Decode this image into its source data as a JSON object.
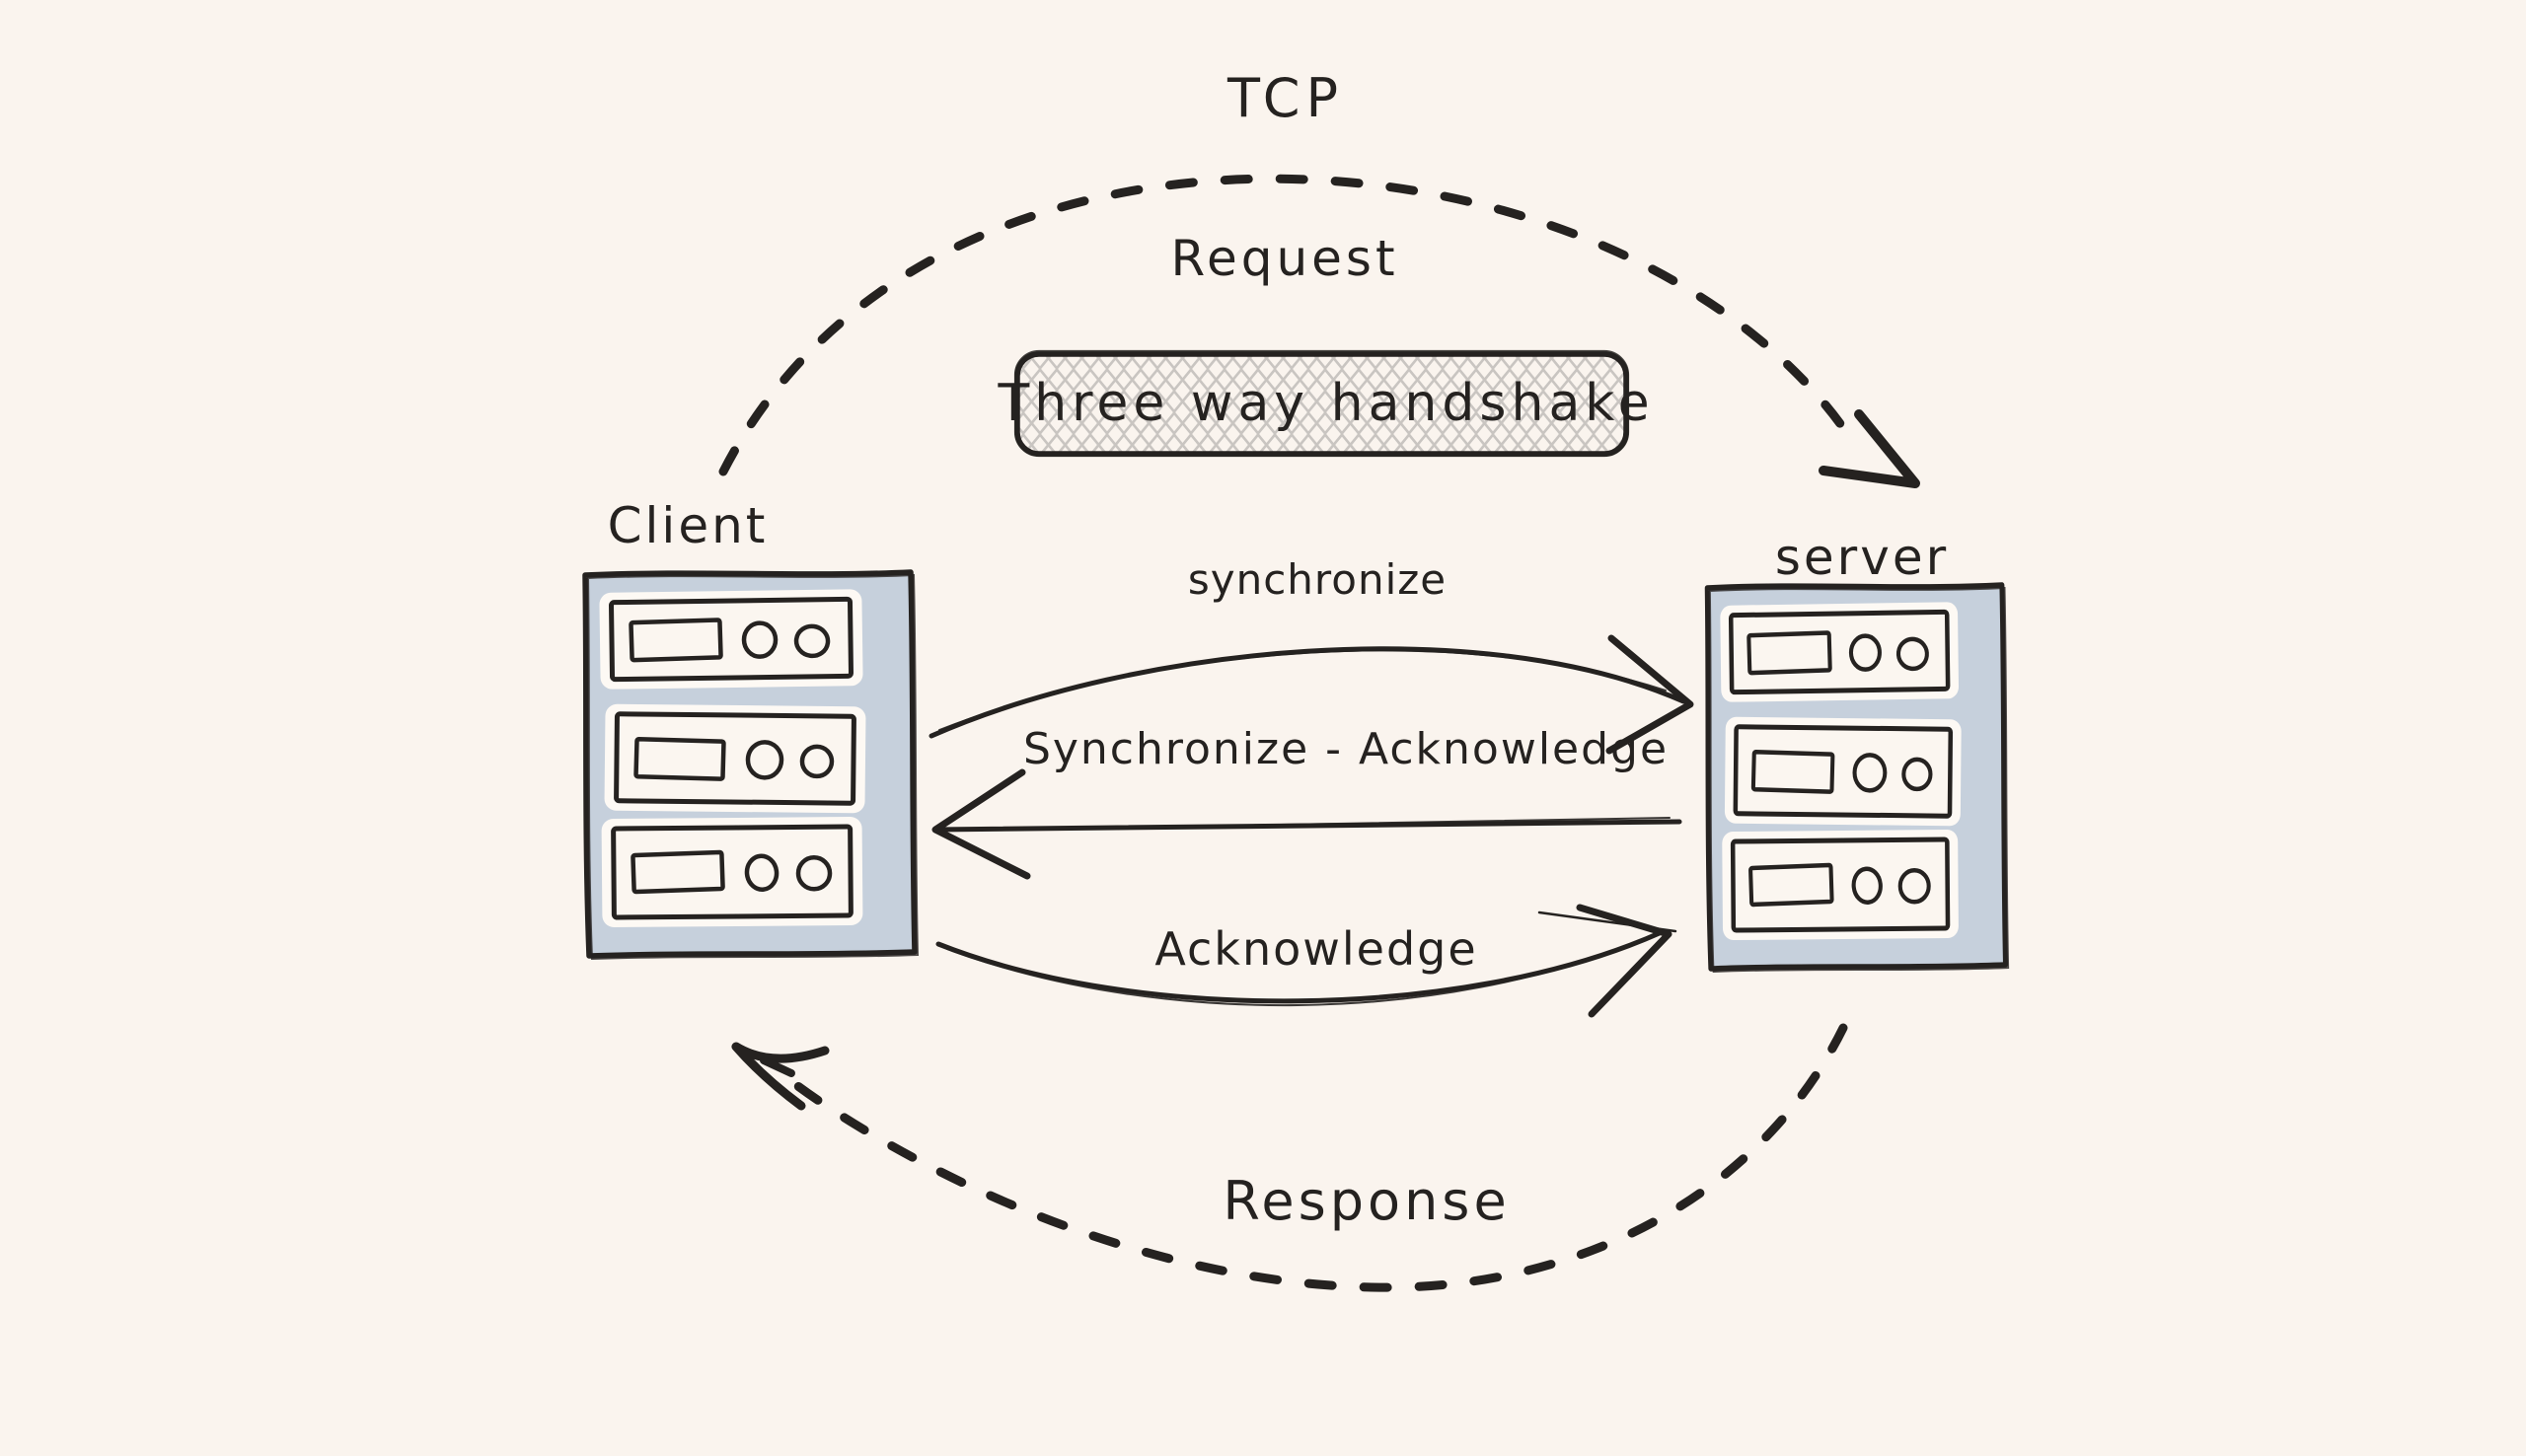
{
  "title": "TCP three way handshake diagram",
  "colors": {
    "background": "#faf4ee",
    "ink": "#252220",
    "rack_fill": "#c6d0dc",
    "slat_fill": "#fbf6f0",
    "hatch": "#c9c5c1"
  },
  "labels": {
    "tcp": "TCP",
    "request": "Request",
    "handshake": "Three way handshake",
    "client": "Client",
    "server": "server",
    "synchronize": "synchronize",
    "syn_ack": "Synchronize - Acknowledge",
    "acknowledge": "Acknowledge",
    "response": "Response"
  },
  "nodes": [
    {
      "id": "client",
      "label": "Client",
      "shape": "server-rack",
      "slats": 3
    },
    {
      "id": "server",
      "label": "server",
      "shape": "server-rack",
      "slats": 3
    }
  ],
  "flows": [
    {
      "from": "Client",
      "to": "server",
      "label": "TCP Request",
      "style": "dashed-arc",
      "position": "top"
    },
    {
      "from": "Client",
      "to": "server",
      "label": "synchronize",
      "style": "solid-arrow",
      "position": "middle-1"
    },
    {
      "from": "server",
      "to": "Client",
      "label": "Synchronize - Acknowledge",
      "style": "solid-arrow",
      "position": "middle-2"
    },
    {
      "from": "Client",
      "to": "server",
      "label": "Acknowledge",
      "style": "solid-arrow",
      "position": "middle-3"
    },
    {
      "from": "server",
      "to": "Client",
      "label": "Response",
      "style": "dashed-arc",
      "position": "bottom"
    }
  ],
  "annotation_box": {
    "label": "Three way handshake",
    "fill_style": "cross-hatch"
  }
}
